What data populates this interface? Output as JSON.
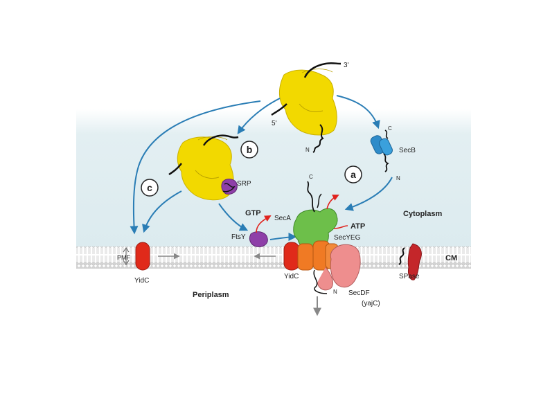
{
  "labels": {
    "three_prime": "3'",
    "five_prime": "5'",
    "n_ribosome": "N",
    "c_secb": "C",
    "secb": "SecB",
    "n_secb": "N",
    "a": "a",
    "b": "b",
    "c": "c",
    "srp": "SRP",
    "c_seca": "C",
    "gtp": "GTP",
    "seca": "SecA",
    "atp": "ATP",
    "ftsy": "FtsY",
    "secyeg": "SecYEG",
    "cytoplasm": "Cytoplasm",
    "pmf": "PMF",
    "cm": "CM",
    "yidc_left": "YidC",
    "yidc_right": "YidC",
    "periplasm": "Periplasm",
    "n_peri": "N",
    "secdf": "SecDF",
    "yajc": "(yajC)",
    "spase": "SPase"
  },
  "colors": {
    "ribosome": "#F2D900",
    "secb": "#2E8BC9",
    "seca": "#6DBF4A",
    "secyeg": "#F07A24",
    "yidc": "#E02A1A",
    "secdf": "#EE8E8E",
    "spase": "#C4262A",
    "srp_ftsy": "#8E3FA8",
    "arrow_blue": "#2A7DB5",
    "arrow_red": "#E0231E",
    "arrow_gray": "#888888",
    "cytoplasm_bg": "#E3EFF2"
  }
}
